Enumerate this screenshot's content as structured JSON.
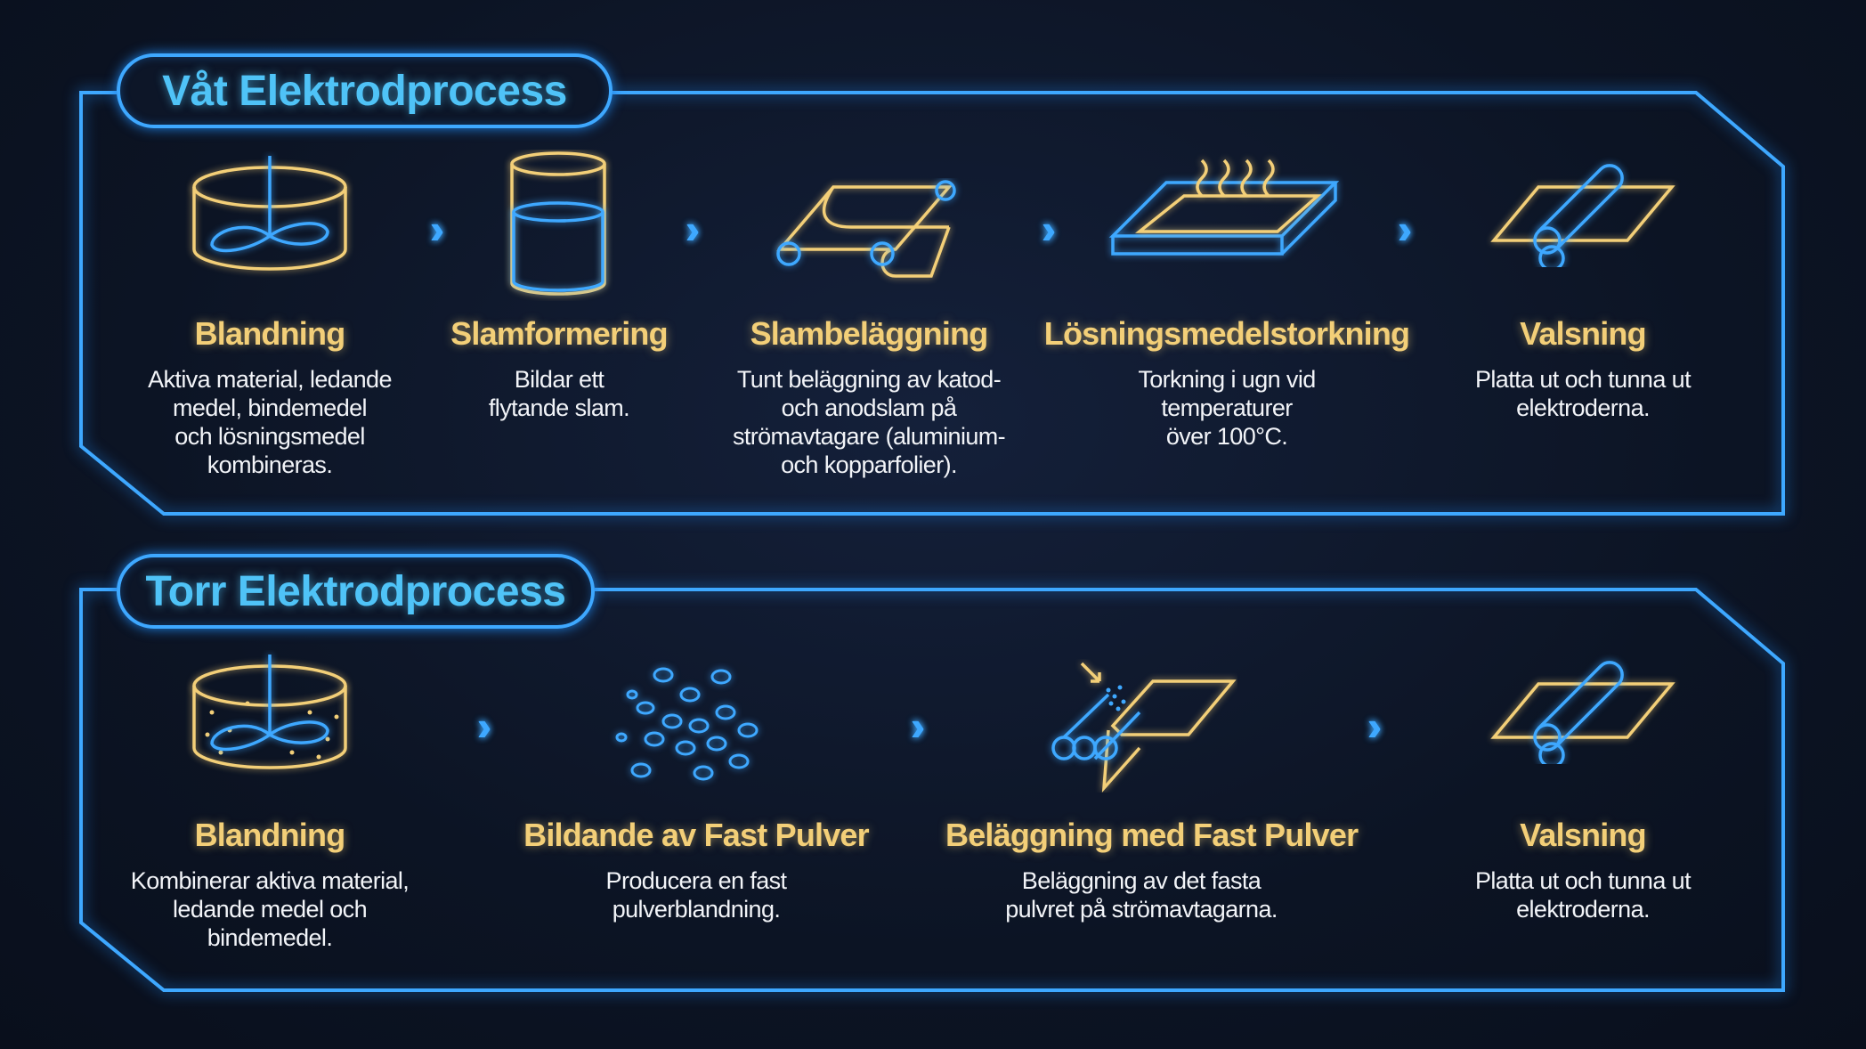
{
  "wet": {
    "title": "Våt Elektrodprocess",
    "steps": [
      {
        "title": "Blandning",
        "desc": "Aktiva material, ledande\nmedel, bindemedel\noch lösningsmedel\nkombineras.",
        "icon": "mixer-icon"
      },
      {
        "title": "Slamformering",
        "desc": "Bildar ett\nflytande slam.",
        "icon": "beaker-icon"
      },
      {
        "title": "Slambeläggning",
        "desc": "Tunt beläggning av katod-\noch anodslam på\nströmavtagare (aluminium-\noch kopparfolier).",
        "icon": "coating-roller-icon"
      },
      {
        "title": "Lösningsmedelstorkning",
        "desc": "Torkning i ugn vid\ntemperaturer\növer 100°C.",
        "icon": "heated-plate-icon"
      },
      {
        "title": "Valsning",
        "desc": "Platta ut och tunna ut\nelektroderna.",
        "icon": "calender-roller-icon"
      }
    ]
  },
  "dry": {
    "title": "Torr Elektrodprocess",
    "steps": [
      {
        "title": "Blandning",
        "desc": "Kombinerar aktiva material,\nledande medel och\nbindemedel.",
        "icon": "mixer-powder-icon"
      },
      {
        "title": "Bildande av Fast Pulver",
        "desc": "Producera en fast\npulverblandning.",
        "icon": "powder-particles-icon"
      },
      {
        "title": "Beläggning med Fast Pulver",
        "desc": "Beläggning av det fasta\npulvret på strömavtagarna.",
        "icon": "powder-coating-icon"
      },
      {
        "title": "Valsning",
        "desc": "Platta ut och tunna ut\nelektroderna.",
        "icon": "calender-roller-icon"
      }
    ]
  },
  "colors": {
    "accent_blue": "#3ea8ff",
    "accent_yellow": "#f3cf78",
    "background": "#0c1424"
  }
}
